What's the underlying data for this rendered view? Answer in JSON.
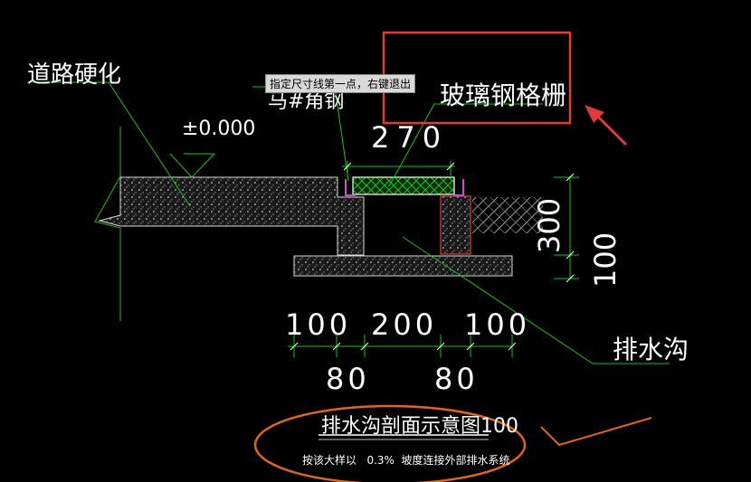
{
  "drawing": {
    "road_label": "道路硬化",
    "elevation_label": "±0.000",
    "steel_label": "马#角钢",
    "grating_label": "玻璃钢格栅",
    "dims": {
      "grating_width": "270",
      "height_300": "300",
      "height_100": "100",
      "bottom_100_left": "100",
      "bottom_200": "200",
      "bottom_100_right": "100",
      "bottom_80_left": "80",
      "bottom_80_right": "80"
    },
    "drain_label": "排水沟",
    "title": "排水沟剖面示意图100",
    "note": "按该大样以   0.3%  坡度连接外部排水系统"
  },
  "tooltip": "指定尺寸线第一点，右键退出",
  "colors": {
    "green": "#19c219",
    "red_box": "#e03a3a",
    "orange": "#e0661a",
    "concrete": "#9a9a9a",
    "grating": "#1ea81e",
    "magenta": "#d04bd0"
  }
}
